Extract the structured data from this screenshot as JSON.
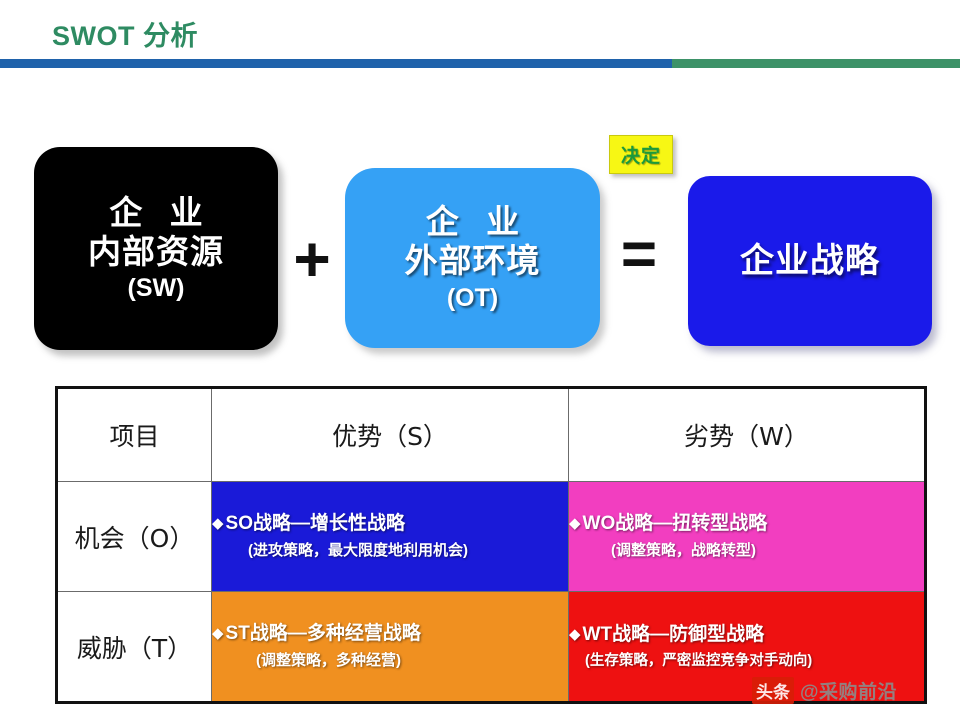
{
  "header": {
    "title": "SWOT 分析",
    "title_color": "#2e8b62",
    "rule_blue": "#1f62ab",
    "rule_green": "#3d9268"
  },
  "equation": {
    "internal_box": {
      "line1": "企 业",
      "line2": "内部资源",
      "line3": "(SW)",
      "bg_color": "#000000"
    },
    "external_box": {
      "line1": "企 业",
      "line2": "外部环境",
      "line3": "(OT)",
      "bg_color": "#35a1f5"
    },
    "strategy_box": {
      "label": "企业战略",
      "bg_color": "#1a1aea"
    },
    "plus_operator": "+",
    "equals_operator": "=",
    "decision_badge": {
      "label": "决定",
      "bg_color": "#f7f714",
      "text_color": "#1a9a3c"
    }
  },
  "matrix": {
    "headers": [
      "项目",
      "优势（S）",
      "劣势（W）"
    ],
    "rows": [
      {
        "label": "机会（O）",
        "cells": [
          {
            "bullet": "◆",
            "title": "SO战略—增长性战略",
            "subtitle": "(进攻策略，最大限度地利用机会)",
            "bg_color": "#1a1ad8"
          },
          {
            "bullet": "◆",
            "title": "WO战略—扭转型战略",
            "subtitle": "(调整策略，战略转型)",
            "bg_color": "#f23ec0"
          }
        ]
      },
      {
        "label": "威胁（T）",
        "cells": [
          {
            "bullet": "◆",
            "title": "ST战略—多种经营战略",
            "subtitle": "(调整策略，多种经营)",
            "bg_color": "#f09020"
          },
          {
            "bullet": "◆",
            "title": "WT战略—防御型战略",
            "subtitle": "(生存策略，严密监控竞争对手动向)",
            "bg_color": "#ee1111"
          }
        ]
      }
    ]
  },
  "watermark": {
    "logo": "头条",
    "handle": "@采购前沿"
  }
}
